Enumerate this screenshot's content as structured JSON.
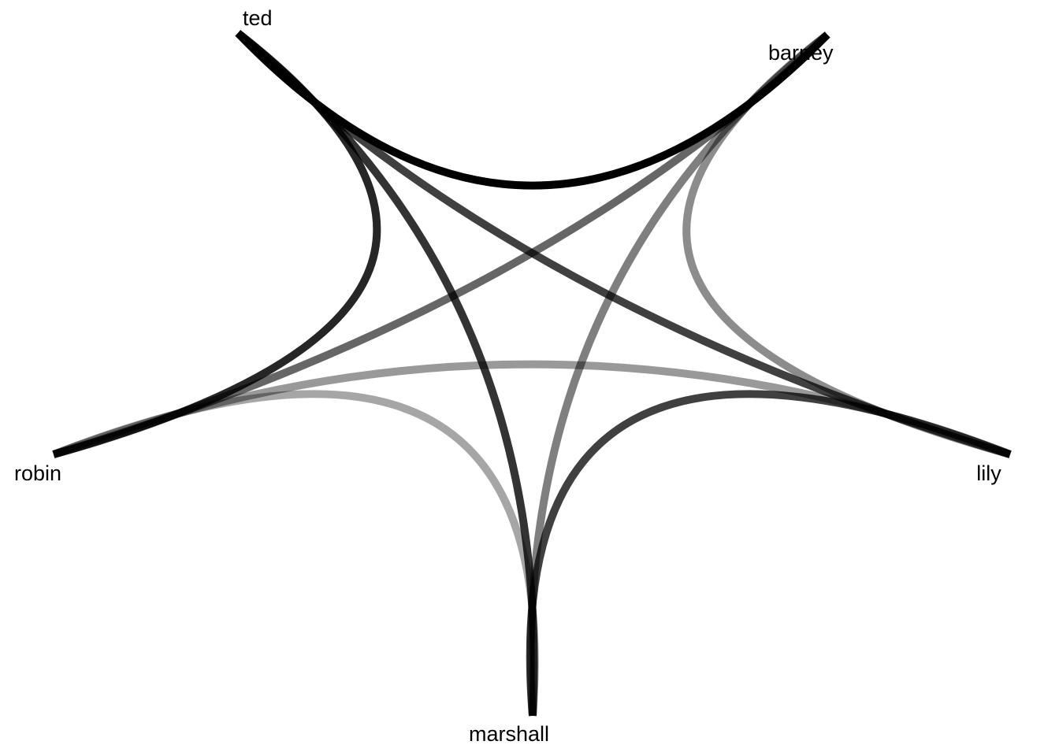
{
  "diagram": {
    "type": "network-arc-diagram",
    "nodes": [
      {
        "id": "ted",
        "label": "ted"
      },
      {
        "id": "barney",
        "label": "barney"
      },
      {
        "id": "lily",
        "label": "lily"
      },
      {
        "id": "marshall",
        "label": "marshall"
      },
      {
        "id": "robin",
        "label": "robin"
      }
    ],
    "edges": [
      {
        "source": "ted",
        "target": "barney",
        "opacity": 1.0
      },
      {
        "source": "ted",
        "target": "robin",
        "opacity": 0.85
      },
      {
        "source": "ted",
        "target": "marshall",
        "opacity": 0.8
      },
      {
        "source": "ted",
        "target": "lily",
        "opacity": 0.75
      },
      {
        "source": "barney",
        "target": "robin",
        "opacity": 0.6
      },
      {
        "source": "barney",
        "target": "marshall",
        "opacity": 0.5
      },
      {
        "source": "barney",
        "target": "lily",
        "opacity": 0.45
      },
      {
        "source": "robin",
        "target": "lily",
        "opacity": 0.4
      },
      {
        "source": "robin",
        "target": "marshall",
        "opacity": 0.35
      },
      {
        "source": "marshall",
        "target": "lily",
        "opacity": 0.75
      }
    ],
    "edge_color": "#000000"
  }
}
